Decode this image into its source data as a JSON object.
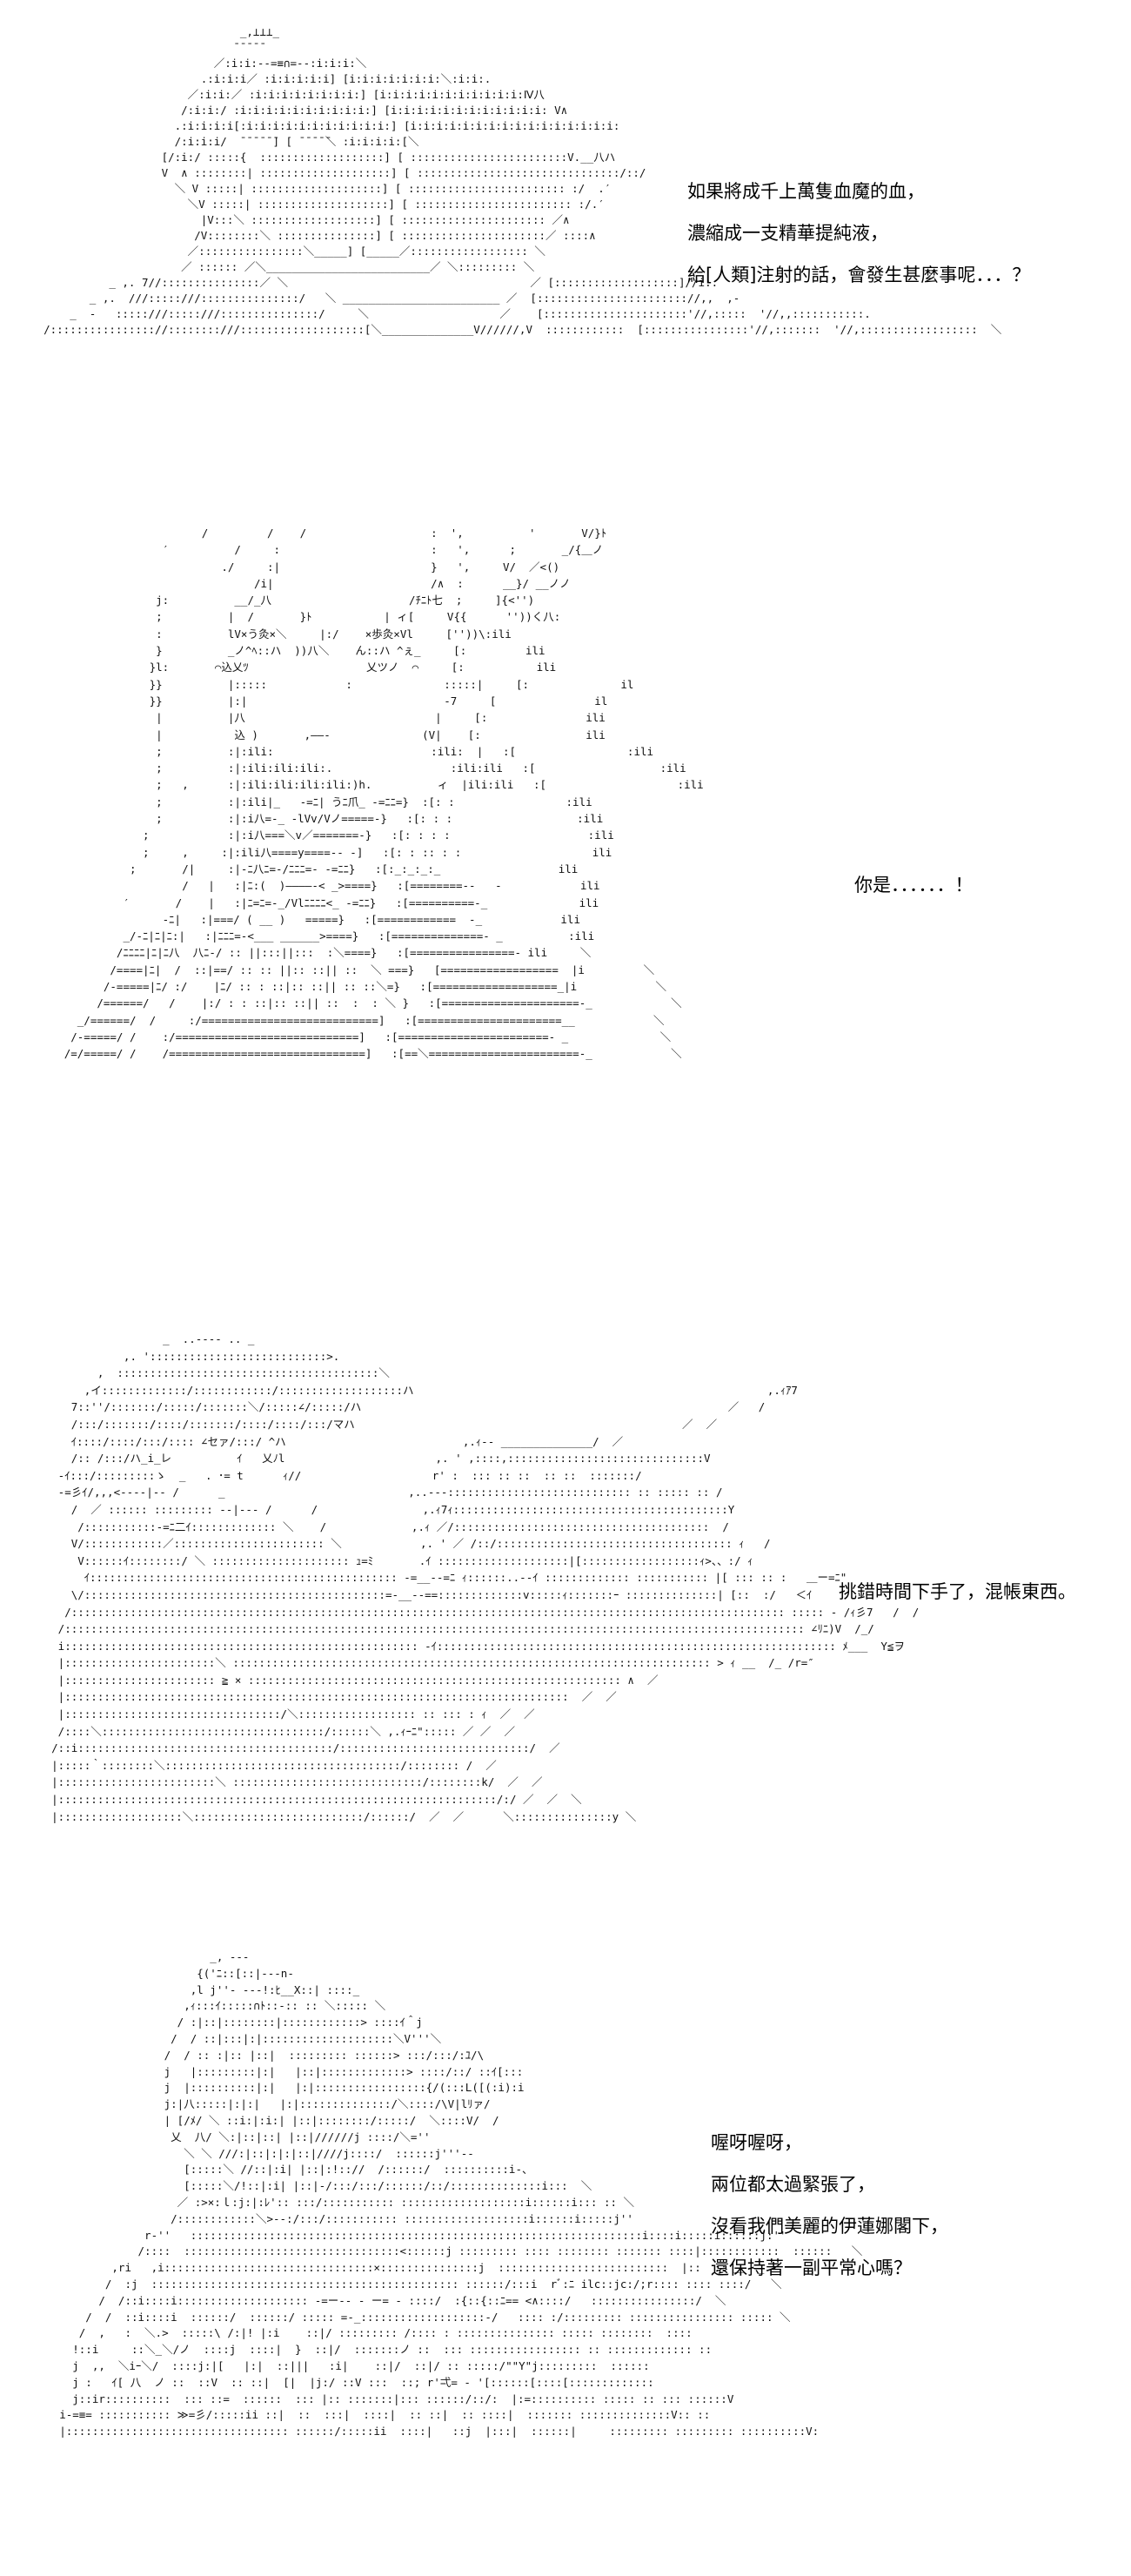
{
  "panels": [
    {
      "id": "panel-1",
      "caption": [
        "如果將成千上萬隻血魔的血，",
        "濃縮成一支精華提純液，",
        "給[人類]注射的話，會發生甚麼事呢．．．？"
      ]
    },
    {
      "id": "panel-2",
      "caption": [
        "你是．．．．．．！"
      ]
    },
    {
      "id": "panel-3",
      "caption": [
        "挑錯時間下手了，混帳東西。"
      ]
    },
    {
      "id": "panel-4",
      "caption": [
        "喔呀喔呀，",
        "兩位都太過緊張了，",
        "沒看我們美麗的伊蓮娜閣下，",
        "還保持著一副平常心嗎？"
      ]
    }
  ]
}
